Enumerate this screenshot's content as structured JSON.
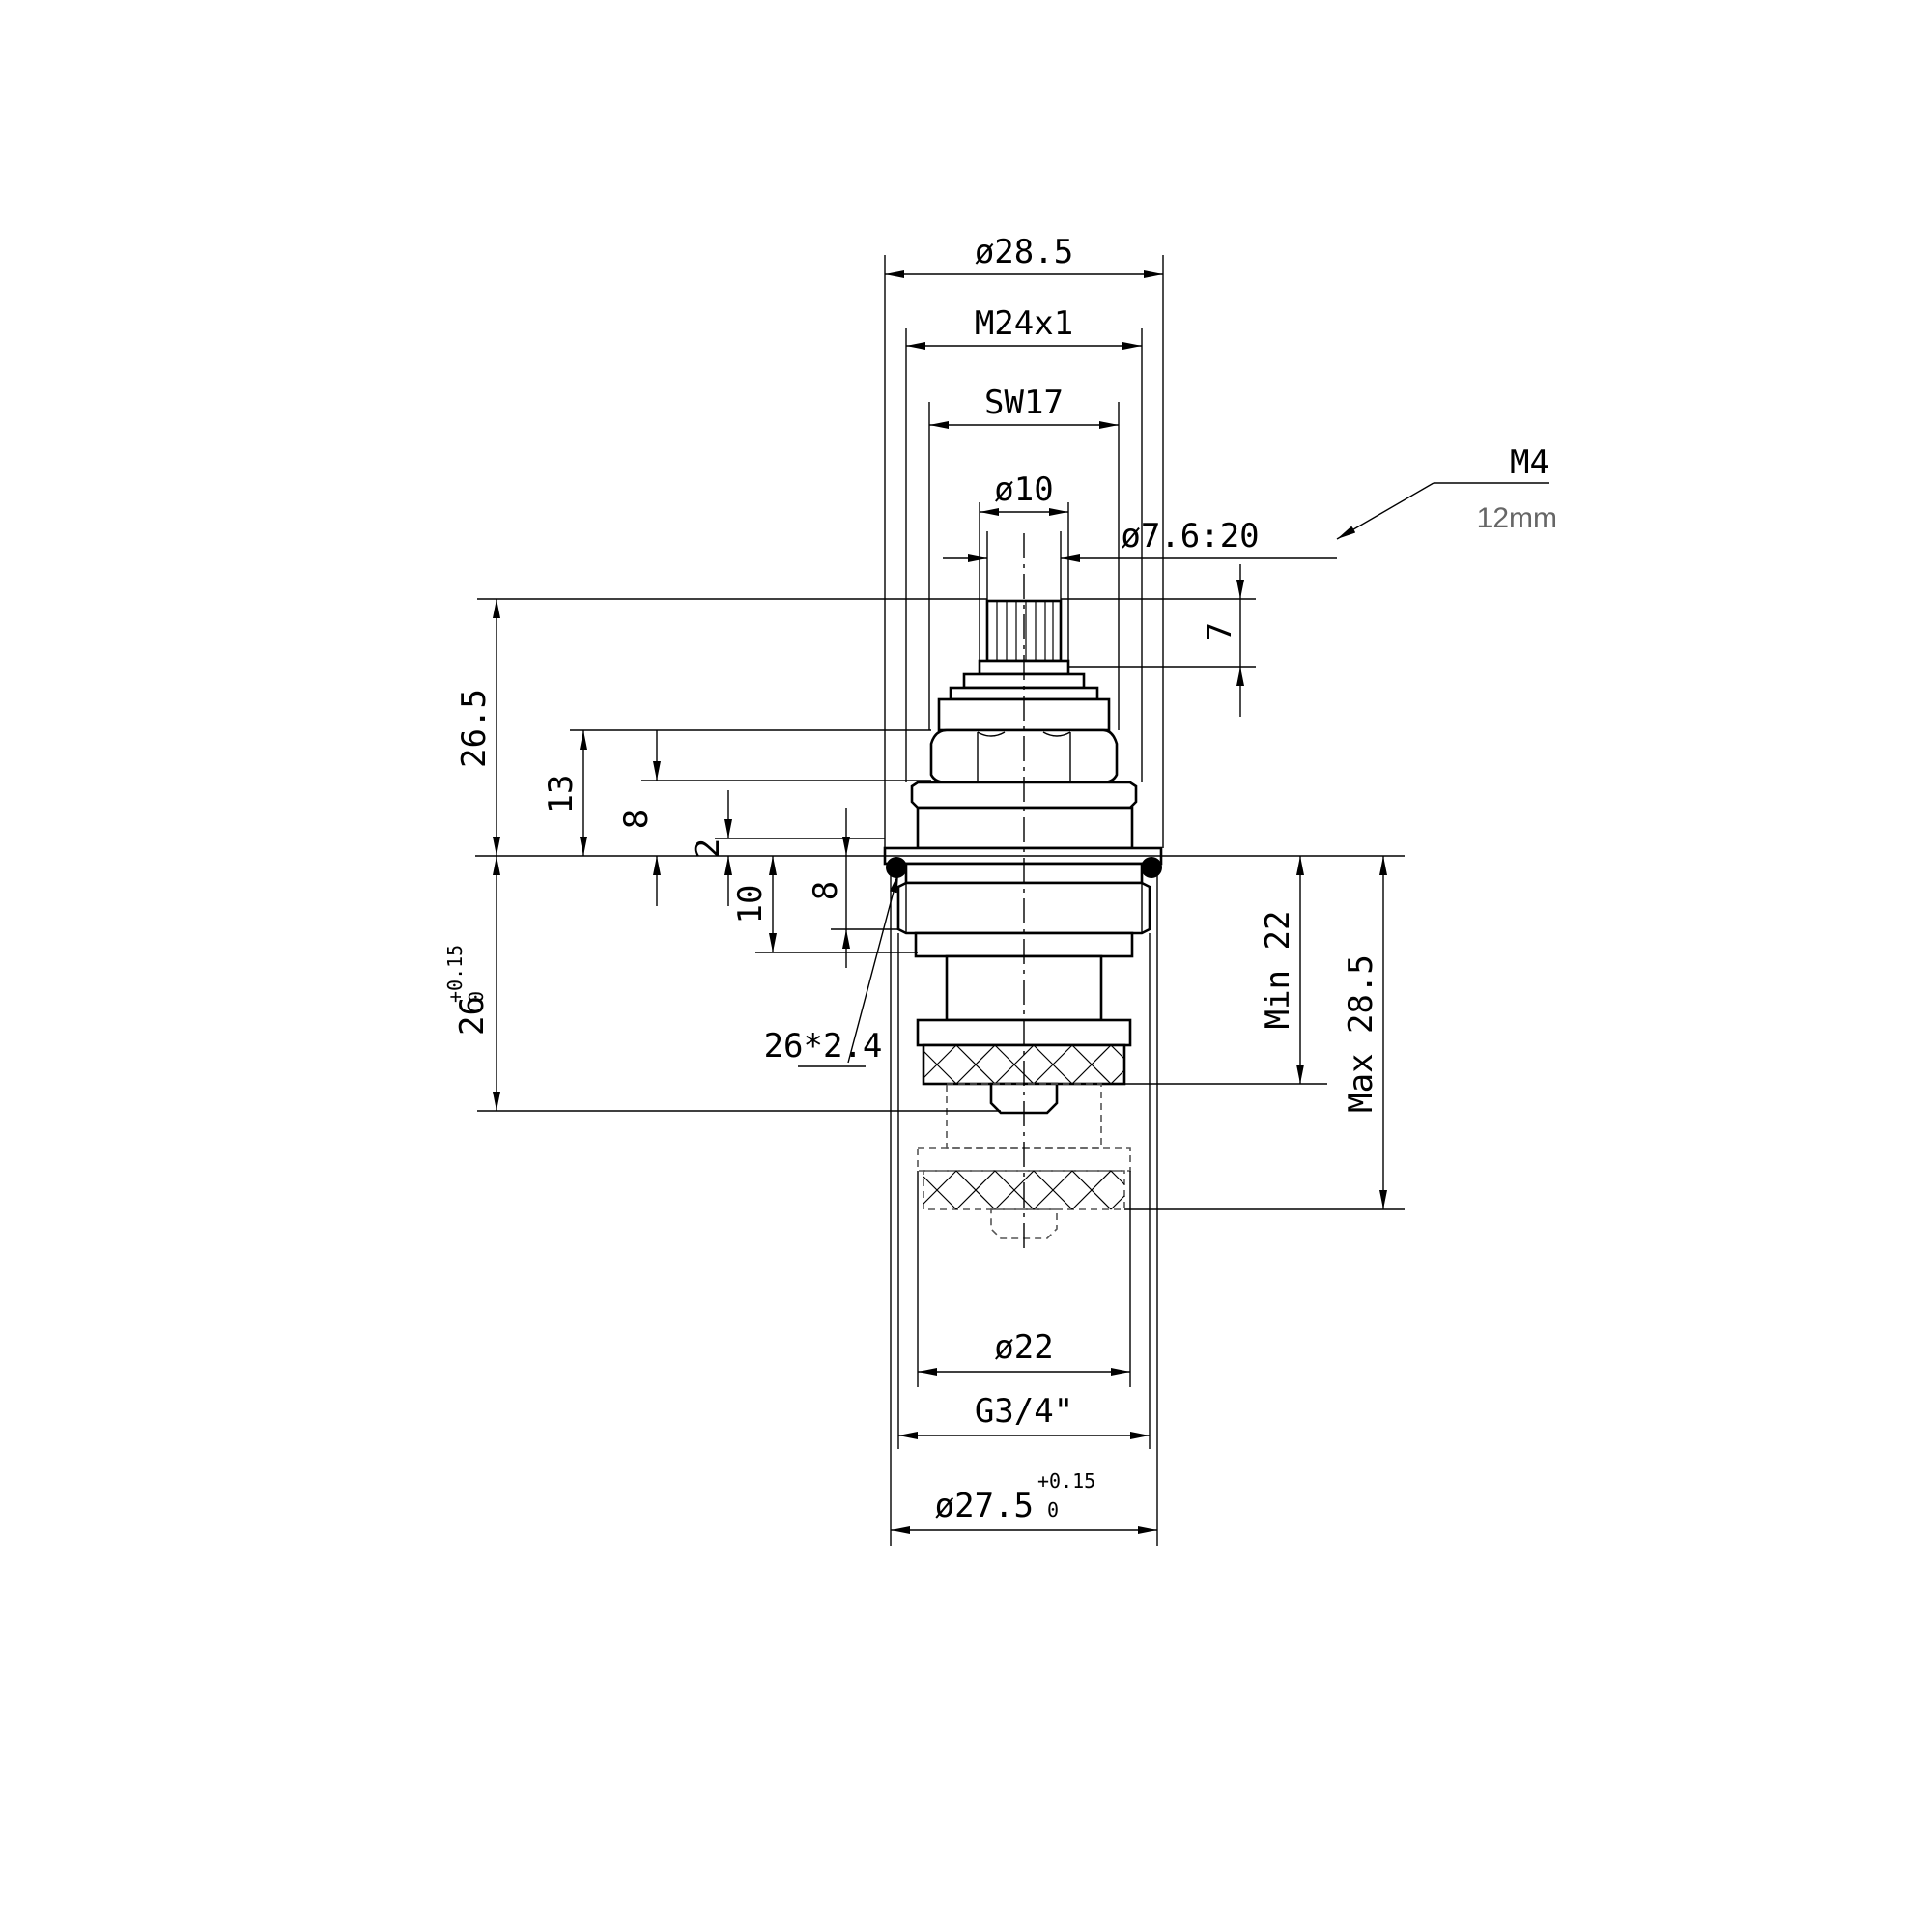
{
  "dimensions": {
    "outer_diameter": "ø28.5",
    "thread": "M24x1",
    "wrench_size": "SW17",
    "stem_diameter": "ø10",
    "spline": "ø7.6:20",
    "screw": "M4",
    "screw_length": "12mm",
    "spline_height": "7",
    "height_above": "26.5",
    "dim_13": "13",
    "dim_8_upper": "8",
    "dim_2": "2",
    "dim_10": "10",
    "dim_8_lower": "8",
    "oring": "26*2.4",
    "depth_base": "26",
    "depth_tol_upper": "+0.15",
    "depth_tol_lower": "0",
    "min_depth": "Min 22",
    "max_depth": "Max 28.5",
    "seat_diameter": "ø22",
    "pipe_thread": "G3/4\"",
    "bore_base": "ø27.5",
    "bore_tol_upper": "+0.15",
    "bore_tol_lower": "0"
  }
}
